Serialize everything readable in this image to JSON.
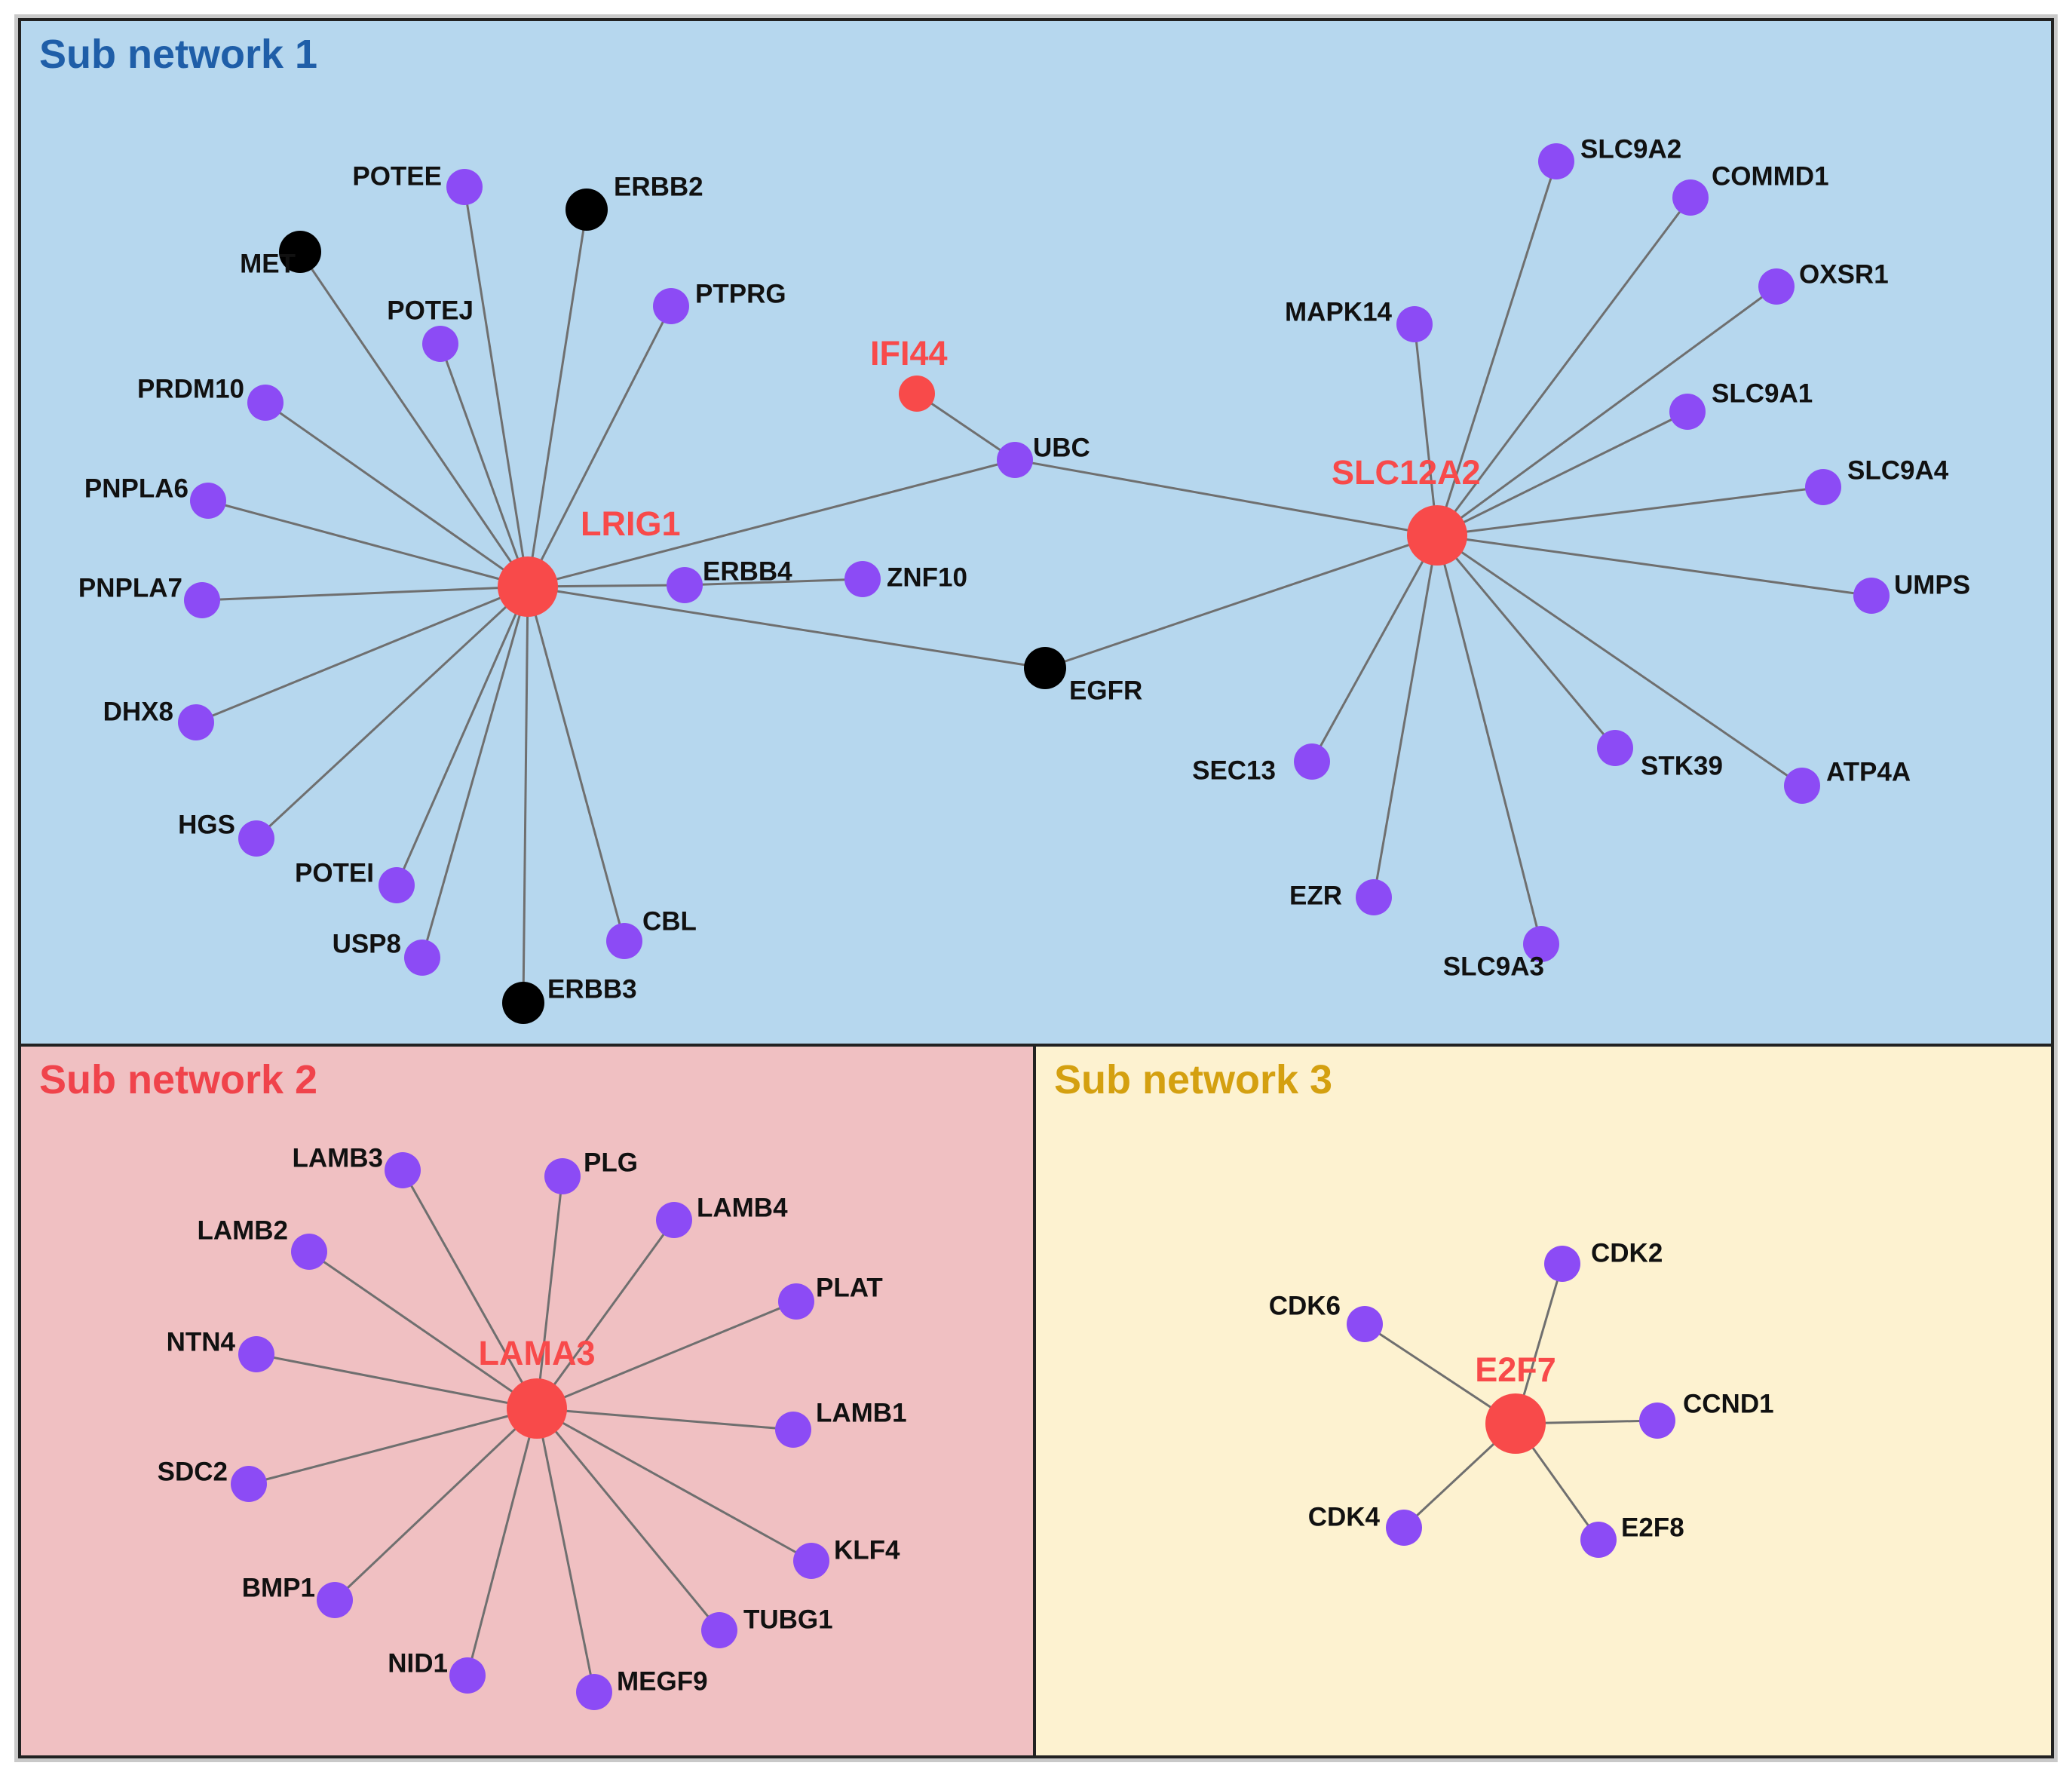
{
  "colors": {
    "panel1_bg": "#b6d7ee",
    "panel2_bg": "#f0c0c2",
    "panel3_bg": "#fdf2d0",
    "panel1_title": "#1f5ea8",
    "panel2_title": "#f0434b",
    "panel3_title": "#d4a010",
    "hub": "#f84a4a",
    "gene": "#8c4bf5",
    "seed": "#000000",
    "edge": "#6f6f6f",
    "border": "#222222"
  },
  "panels": [
    {
      "id": "p1",
      "title": "Sub network 1",
      "nodes": [
        {
          "id": "LRIG1",
          "label": "LRIG1",
          "type": "hub"
        },
        {
          "id": "SLC12A2",
          "label": "SLC12A2",
          "type": "hub"
        },
        {
          "id": "IFI44",
          "label": "IFI44",
          "type": "hub-small"
        },
        {
          "id": "UBC",
          "label": "UBC",
          "type": "gene"
        },
        {
          "id": "EGFR",
          "label": "EGFR",
          "type": "seed"
        },
        {
          "id": "ERBB4",
          "label": "ERBB4",
          "type": "gene"
        },
        {
          "id": "ZNF10",
          "label": "ZNF10",
          "type": "gene"
        },
        {
          "id": "POTEE",
          "label": "POTEE",
          "type": "gene"
        },
        {
          "id": "ERBB2",
          "label": "ERBB2",
          "type": "seed"
        },
        {
          "id": "MET",
          "label": "MET",
          "type": "seed"
        },
        {
          "id": "POTEJ",
          "label": "POTEJ",
          "type": "gene"
        },
        {
          "id": "PTPRG",
          "label": "PTPRG",
          "type": "gene"
        },
        {
          "id": "PRDM10",
          "label": "PRDM10",
          "type": "gene"
        },
        {
          "id": "PNPLA6",
          "label": "PNPLA6",
          "type": "gene"
        },
        {
          "id": "PNPLA7",
          "label": "PNPLA7",
          "type": "gene"
        },
        {
          "id": "DHX8",
          "label": "DHX8",
          "type": "gene"
        },
        {
          "id": "HGS",
          "label": "HGS",
          "type": "gene"
        },
        {
          "id": "POTEI",
          "label": "POTEI",
          "type": "gene"
        },
        {
          "id": "USP8",
          "label": "USP8",
          "type": "gene"
        },
        {
          "id": "ERBB3",
          "label": "ERBB3",
          "type": "seed"
        },
        {
          "id": "CBL",
          "label": "CBL",
          "type": "gene"
        },
        {
          "id": "SLC9A2",
          "label": "SLC9A2",
          "type": "gene"
        },
        {
          "id": "COMMD1",
          "label": "COMMD1",
          "type": "gene"
        },
        {
          "id": "OXSR1",
          "label": "OXSR1",
          "type": "gene"
        },
        {
          "id": "MAPK14",
          "label": "MAPK14",
          "type": "gene"
        },
        {
          "id": "SLC9A1",
          "label": "SLC9A1",
          "type": "gene"
        },
        {
          "id": "SLC9A4",
          "label": "SLC9A4",
          "type": "gene"
        },
        {
          "id": "UMPS",
          "label": "UMPS",
          "type": "gene"
        },
        {
          "id": "SEC13",
          "label": "SEC13",
          "type": "gene"
        },
        {
          "id": "STK39",
          "label": "STK39",
          "type": "gene"
        },
        {
          "id": "ATP4A",
          "label": "ATP4A",
          "type": "gene"
        },
        {
          "id": "EZR",
          "label": "EZR",
          "type": "gene"
        },
        {
          "id": "SLC9A3",
          "label": "SLC9A3",
          "type": "gene"
        }
      ],
      "edges": [
        [
          "LRIG1",
          "POTEE"
        ],
        [
          "LRIG1",
          "ERBB2"
        ],
        [
          "LRIG1",
          "MET"
        ],
        [
          "LRIG1",
          "POTEJ"
        ],
        [
          "LRIG1",
          "PTPRG"
        ],
        [
          "LRIG1",
          "PRDM10"
        ],
        [
          "LRIG1",
          "PNPLA6"
        ],
        [
          "LRIG1",
          "PNPLA7"
        ],
        [
          "LRIG1",
          "DHX8"
        ],
        [
          "LRIG1",
          "HGS"
        ],
        [
          "LRIG1",
          "POTEI"
        ],
        [
          "LRIG1",
          "USP8"
        ],
        [
          "LRIG1",
          "ERBB3"
        ],
        [
          "LRIG1",
          "CBL"
        ],
        [
          "LRIG1",
          "ERBB4"
        ],
        [
          "LRIG1",
          "UBC"
        ],
        [
          "LRIG1",
          "EGFR"
        ],
        [
          "ERBB4",
          "ZNF10"
        ],
        [
          "IFI44",
          "UBC"
        ],
        [
          "UBC",
          "SLC12A2"
        ],
        [
          "SLC12A2",
          "EGFR"
        ],
        [
          "SLC12A2",
          "SLC9A2"
        ],
        [
          "SLC12A2",
          "COMMD1"
        ],
        [
          "SLC12A2",
          "OXSR1"
        ],
        [
          "SLC12A2",
          "MAPK14"
        ],
        [
          "SLC12A2",
          "SLC9A1"
        ],
        [
          "SLC12A2",
          "SLC9A4"
        ],
        [
          "SLC12A2",
          "UMPS"
        ],
        [
          "SLC12A2",
          "SEC13"
        ],
        [
          "SLC12A2",
          "STK39"
        ],
        [
          "SLC12A2",
          "ATP4A"
        ],
        [
          "SLC12A2",
          "EZR"
        ],
        [
          "SLC12A2",
          "SLC9A3"
        ]
      ]
    },
    {
      "id": "p2",
      "title": "Sub network 2",
      "nodes": [
        {
          "id": "LAMA3",
          "label": "LAMA3",
          "type": "hub"
        },
        {
          "id": "LAMB3",
          "label": "LAMB3",
          "type": "gene"
        },
        {
          "id": "PLG",
          "label": "PLG",
          "type": "gene"
        },
        {
          "id": "LAMB4",
          "label": "LAMB4",
          "type": "gene"
        },
        {
          "id": "LAMB2",
          "label": "LAMB2",
          "type": "gene"
        },
        {
          "id": "PLAT",
          "label": "PLAT",
          "type": "gene"
        },
        {
          "id": "NTN4",
          "label": "NTN4",
          "type": "gene"
        },
        {
          "id": "LAMB1",
          "label": "LAMB1",
          "type": "gene"
        },
        {
          "id": "SDC2",
          "label": "SDC2",
          "type": "gene"
        },
        {
          "id": "KLF4",
          "label": "KLF4",
          "type": "gene"
        },
        {
          "id": "BMP1",
          "label": "BMP1",
          "type": "gene"
        },
        {
          "id": "TUBG1",
          "label": "TUBG1",
          "type": "gene"
        },
        {
          "id": "NID1",
          "label": "NID1",
          "type": "gene"
        },
        {
          "id": "MEGF9",
          "label": "MEGF9",
          "type": "gene"
        }
      ],
      "edges": [
        [
          "LAMA3",
          "LAMB3"
        ],
        [
          "LAMA3",
          "PLG"
        ],
        [
          "LAMA3",
          "LAMB4"
        ],
        [
          "LAMA3",
          "LAMB2"
        ],
        [
          "LAMA3",
          "PLAT"
        ],
        [
          "LAMA3",
          "NTN4"
        ],
        [
          "LAMA3",
          "LAMB1"
        ],
        [
          "LAMA3",
          "SDC2"
        ],
        [
          "LAMA3",
          "KLF4"
        ],
        [
          "LAMA3",
          "BMP1"
        ],
        [
          "LAMA3",
          "TUBG1"
        ],
        [
          "LAMA3",
          "NID1"
        ],
        [
          "LAMA3",
          "MEGF9"
        ]
      ]
    },
    {
      "id": "p3",
      "title": "Sub network 3",
      "nodes": [
        {
          "id": "E2F7",
          "label": "E2F7",
          "type": "hub"
        },
        {
          "id": "CDK2",
          "label": "CDK2",
          "type": "gene"
        },
        {
          "id": "CDK6",
          "label": "CDK6",
          "type": "gene"
        },
        {
          "id": "CCND1",
          "label": "CCND1",
          "type": "gene"
        },
        {
          "id": "CDK4",
          "label": "CDK4",
          "type": "gene"
        },
        {
          "id": "E2F8",
          "label": "E2F8",
          "type": "gene"
        }
      ],
      "edges": [
        [
          "E2F7",
          "CDK2"
        ],
        [
          "E2F7",
          "CDK6"
        ],
        [
          "E2F7",
          "CCND1"
        ],
        [
          "E2F7",
          "CDK4"
        ],
        [
          "E2F7",
          "E2F8"
        ]
      ]
    }
  ]
}
